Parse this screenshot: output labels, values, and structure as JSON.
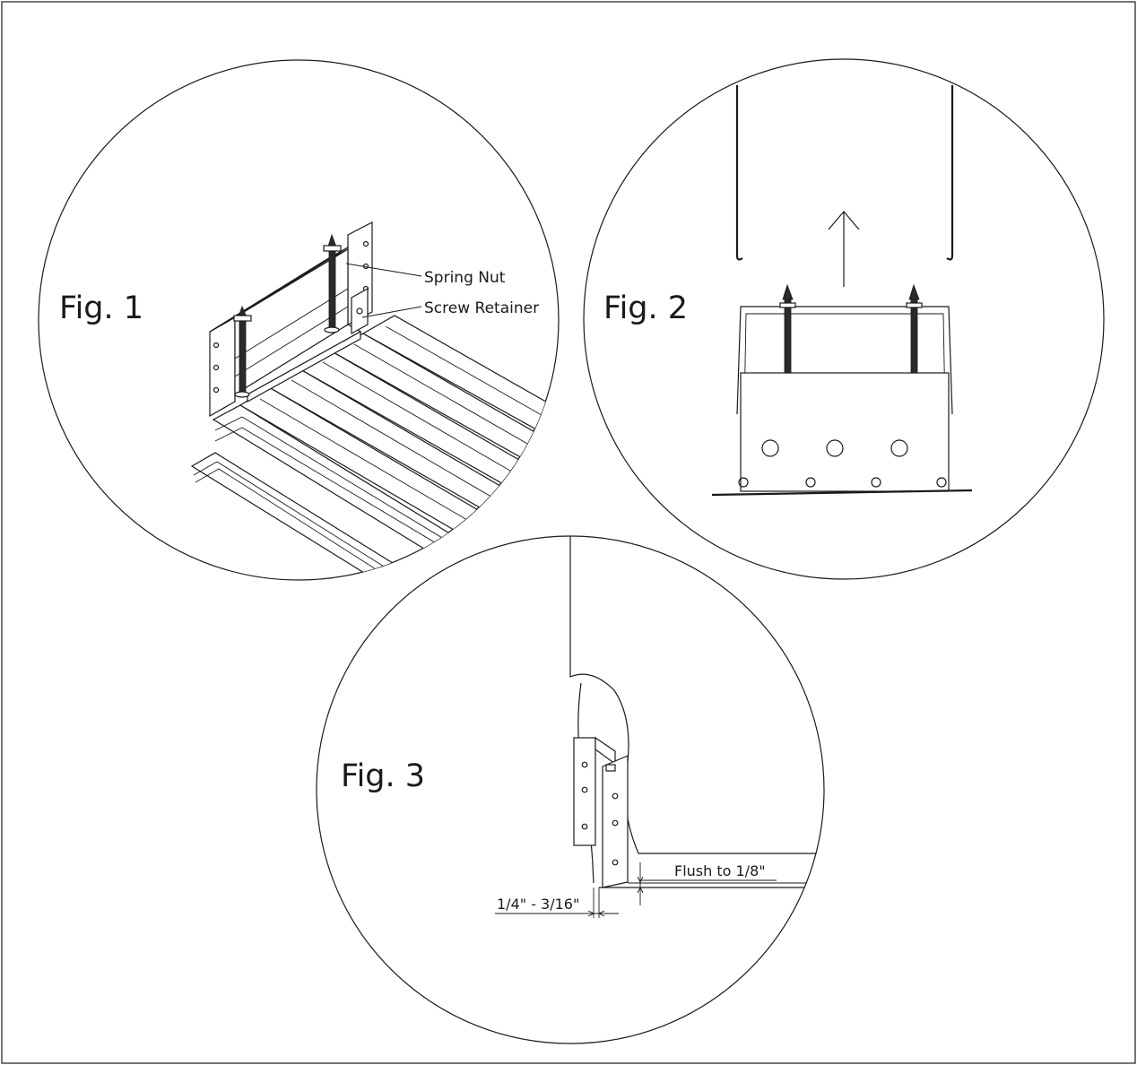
{
  "figures": {
    "fig1": {
      "title": "Fig. 1",
      "callouts": {
        "spring_nut": "Spring Nut",
        "screw_retainer": "Screw Retainer"
      }
    },
    "fig2": {
      "title": "Fig. 2"
    },
    "fig3": {
      "title": "Fig. 3",
      "dimensions": {
        "flush": "Flush to 1/8\"",
        "gap": "1/4\" - 3/16\""
      }
    }
  }
}
